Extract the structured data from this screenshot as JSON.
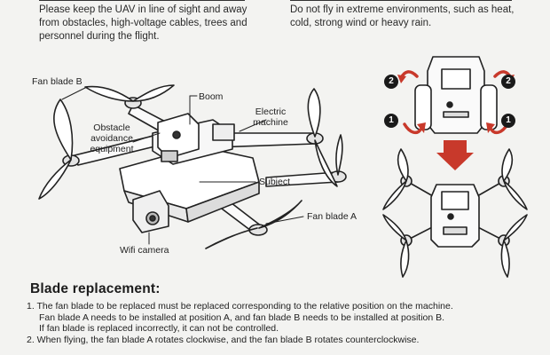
{
  "warnings": {
    "left": "Please keep the UAV in line of sight and away from obstacles, high-voltage cables, trees and personnel during the flight.",
    "right": "Do not fly in extreme environments, such as heat, cold, strong wind or heavy rain."
  },
  "diagram": {
    "labels": {
      "fan_blade_b": "Fan blade B",
      "boom": "Boom",
      "electric_machine_1": "Electric",
      "electric_machine_2": "machine",
      "obstacle_1": "Obstacle",
      "obstacle_2": "avoidance",
      "obstacle_3": "equipment",
      "subject": "Subject",
      "fan_blade_a": "Fan blade A",
      "wifi_camera": "Wifi camera"
    },
    "fold_steps": [
      "2",
      "2",
      "1",
      "1"
    ]
  },
  "blade_replacement": {
    "title": "Blade replacement:",
    "lines": [
      "1. The fan blade to be replaced must be replaced corresponding to the relative position on the machine.",
      "Fan blade A needs to be installed at position A, and fan blade B needs to be installed at position B.",
      "If fan blade is replaced incorrectly, it can not be controlled.",
      "2. When flying, the fan blade A rotates clockwise, and the fan blade B rotates counterclockwise."
    ]
  },
  "colors": {
    "arrow_red": "#c8392b",
    "ink": "#222222"
  }
}
